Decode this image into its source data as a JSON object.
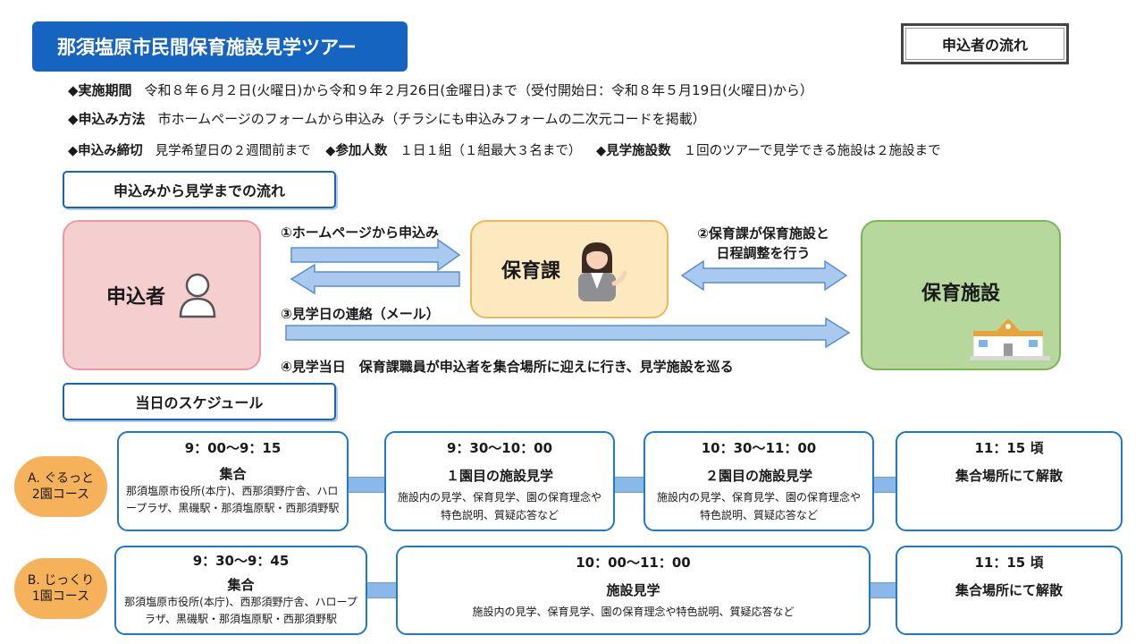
{
  "header": {
    "title": "那須塩原市民間保育施設見学ツアー",
    "flow_badge": "申込者の流れ"
  },
  "info": {
    "period_label": "◆実施期間",
    "period_value": "令和８年６月２日(火曜日)から令和９年２月26日(金曜日)まで（受付開始日：令和８年５月19日(火曜日)から）",
    "method_label": "◆申込み方法",
    "method_value": "市ホームページのフォームから申込み（チラシにも申込みフォームの二次元コードを掲載）",
    "deadline_label": "◆申込み締切",
    "deadline_value": "見学希望日の２週間前まで",
    "participants_label": "◆参加人数",
    "participants_value": "１日１組（１組最大３名まで）",
    "facilities_label": "◆見学施設数",
    "facilities_value": "１回のツアーで見学できる施設は２施設まで"
  },
  "flow": {
    "section_title": "申込みから見学までの流れ",
    "applicant": "申込者",
    "hoikuka": "保育課",
    "facility": "保育施設",
    "step1": "①ホームページから申込み",
    "step2_line1": "②保育課が保育施設と",
    "step2_line2": "日程調整を行う",
    "step3": "③見学日の連絡（メール）",
    "step4": "④見学当日　保育課職員が申込者を集合場所に迎えに行き、見学施設を巡る"
  },
  "schedule": {
    "section_title": "当日のスケジュール",
    "course_a": {
      "label_line1": "A. ぐるっと",
      "label_line2": "2園コース",
      "s1_time": "9：00〜9：15",
      "s1_title": "集合",
      "s1_detail": "那須塩原市役所(本庁)、西那須野庁舎、ハロープラザ、黒磯駅・那須塩原駅・西那須野駅",
      "s2_time": "9：30〜10：00",
      "s2_title": "１園目の施設見学",
      "s2_detail": "施設内の見学、保育見学、園の保育理念や特色説明、質疑応答など",
      "s3_time": "10：30〜11：00",
      "s3_title": "２園目の施設見学",
      "s3_detail": "施設内の見学、保育見学、園の保育理念や特色説明、質疑応答など",
      "s4_time": "11：15 頃",
      "s4_title": "集合場所にて解散"
    },
    "course_b": {
      "label_line1": "B. じっくり",
      "label_line2": "1園コース",
      "s1_time": "9：30〜9：45",
      "s1_title": "集合",
      "s1_detail": "那須塩原市役所(本庁)、西那須野庁舎、ハロープラザ、黒磯駅・那須塩原駅・西那須野駅",
      "s2_time": "10：00〜11：00",
      "s2_title": "施設見学",
      "s2_detail": "施設内の見学、保育見学、園の保育理念や特色説明、質疑応答など",
      "s3_time": "11：15 頃",
      "s3_title": "集合場所にて解散"
    }
  }
}
